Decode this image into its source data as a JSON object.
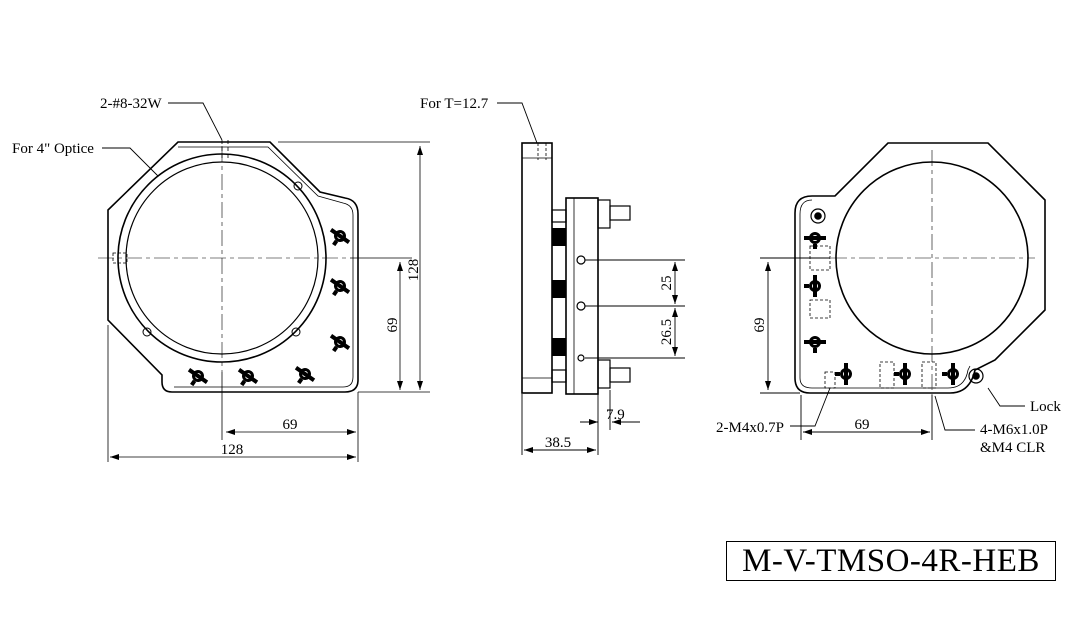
{
  "part_number": "M-V-TMSO-4R-HEB",
  "front_view": {
    "screw_callout": "2-#8-32W",
    "optic_callout": "For 4\" Optice",
    "dim_height": "128",
    "dim_height_inner": "69",
    "dim_width_inner": "69",
    "dim_width": "128"
  },
  "side_view": {
    "thickness_callout": "For T=12.7",
    "dim_spacing_1": "25",
    "dim_spacing_2": "26.5",
    "dim_offset": "7.9",
    "dim_depth": "38.5"
  },
  "rear_view": {
    "dim_height_inner": "69",
    "tap_callout": "2-M4x0.7P",
    "dim_width_inner": "69",
    "lock_label": "Lock",
    "mount_callout_line1": "4-M6x1.0P",
    "mount_callout_line2": "&M4 CLR"
  },
  "colors": {
    "line": "#000000",
    "background": "#ffffff"
  }
}
